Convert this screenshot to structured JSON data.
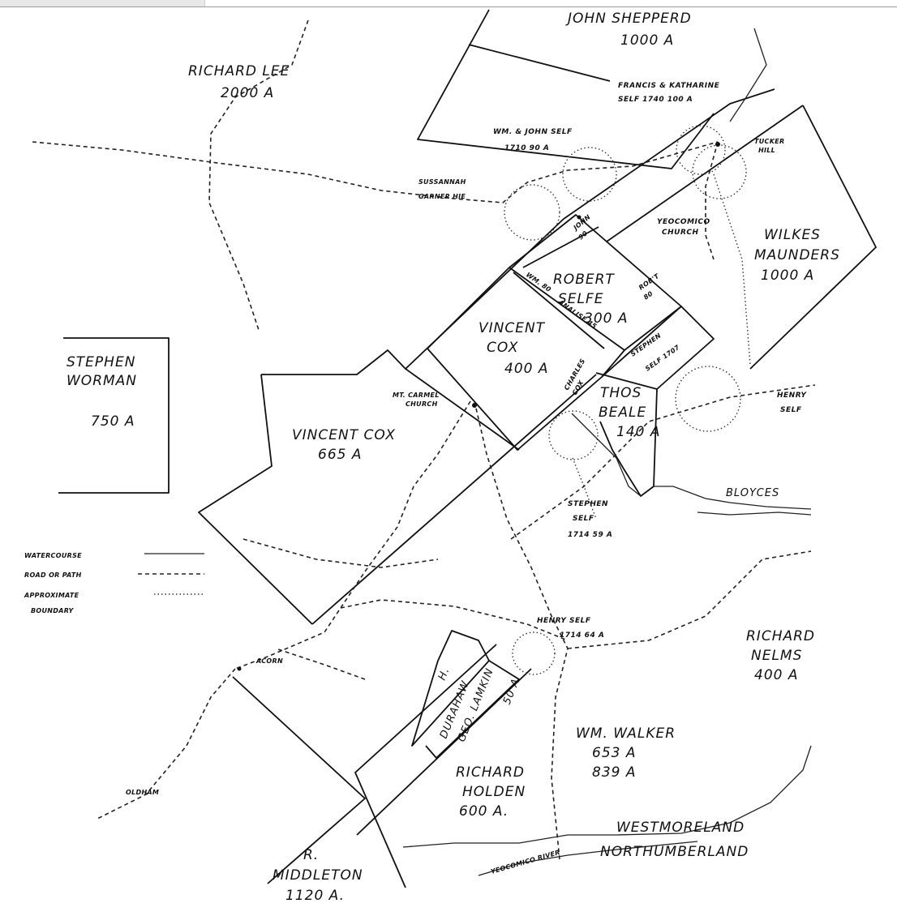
{
  "parcels": {
    "john_shepperd": {
      "name": "JOHN SHEPPERD",
      "acres": "1000 A"
    },
    "richard_lee": {
      "name": "RICHARD LEE",
      "acres": "2000 A"
    },
    "francis_katharine_self": {
      "line1": "FRANCIS & KATHARINE",
      "line2": "SELF 1740 100 A"
    },
    "wm_john_self": {
      "line1": "WM. & JOHN SELF",
      "line2": "1710 90 A"
    },
    "tucker_hill": {
      "line1": "TUCKER",
      "line2": "HILL"
    },
    "susannah_garner": {
      "line1": "SUSSANNAH",
      "line2": "GARNER HIE"
    },
    "yeocomico_church": {
      "line1": "YEOCOMICO",
      "line2": "CHURCH"
    },
    "wilkes_maunders": {
      "line1": "WILKES",
      "line2": "MAUNDERS",
      "acres": "1000 A"
    },
    "robert_self": {
      "line1": "ROBERT",
      "line2": "SELFE",
      "acres": "300 A"
    },
    "john_self_strip": {
      "line1": "JOHN",
      "line2": "90"
    },
    "wm_80": {
      "text": "WM. 80"
    },
    "robt_80": {
      "line1": "ROB'T",
      "line2": "80"
    },
    "analise": {
      "text": "ANALISE 45"
    },
    "stephen_worman": {
      "line1": "STEPHEN",
      "line2": "WORMAN",
      "acres": "750 A"
    },
    "vincent_cox_400": {
      "line1": "VINCENT",
      "line2": "COX",
      "acres": "400 A"
    },
    "stephen_self_1707": {
      "line1": "STEPHEN",
      "line2": "SELF 1707"
    },
    "henry_self_east": {
      "line1": "HENRY",
      "line2": "SELF"
    },
    "mt_carmel_church": {
      "line1": "MT. CARMEL",
      "line2": "CHURCH"
    },
    "vincent_cox_665": {
      "name": "VINCENT COX",
      "acres": "665 A"
    },
    "charles_cox": {
      "line1": "CHARLES",
      "line2": "COX"
    },
    "thos_beale": {
      "line1": "THOS",
      "line2": "BEALE",
      "acres": "140 A"
    },
    "bloyces": {
      "text": "BLOYCES"
    },
    "stephen_self_1714": {
      "line1": "STEPHEN",
      "line2": "SELF",
      "line3": "1714 59 A"
    },
    "henry_self_1714": {
      "line1": "HENRY SELF",
      "line2": "1714 64 A"
    },
    "richard_nelms": {
      "line1": "RICHARD",
      "line2": "NELMS",
      "acres": "400 A"
    },
    "acorn": {
      "text": "ACORN"
    },
    "h_durahaw": {
      "line1": "H.",
      "line2": "DURAHAW"
    },
    "geo_lamkin": {
      "line1": "GEO. LAMKIN",
      "line2": "50 A"
    },
    "wm_walker": {
      "name": "WM. WALKER",
      "acres1": "653 A",
      "acres2": "839 A"
    },
    "oldham": {
      "text": "OLDHAM"
    },
    "richard_holden": {
      "line1": "RICHARD",
      "line2": "HOLDEN",
      "acres": "600 A."
    },
    "r_middleton": {
      "line1": "R.",
      "line2": "MIDDLETON",
      "acres": "1120 A."
    }
  },
  "river": {
    "label": "YEOCOMICO RIVER"
  },
  "counties": {
    "north": "WESTMORELAND",
    "south": "NORTHUMBERLAND"
  },
  "legend": {
    "watercourse": "WATERCOURSE",
    "road": "ROAD OR PATH",
    "boundary_line1": "APPROXIMATE",
    "boundary_line2": "BOUNDARY"
  },
  "colors": {
    "ink": "#111111",
    "paper": "#ffffff"
  }
}
